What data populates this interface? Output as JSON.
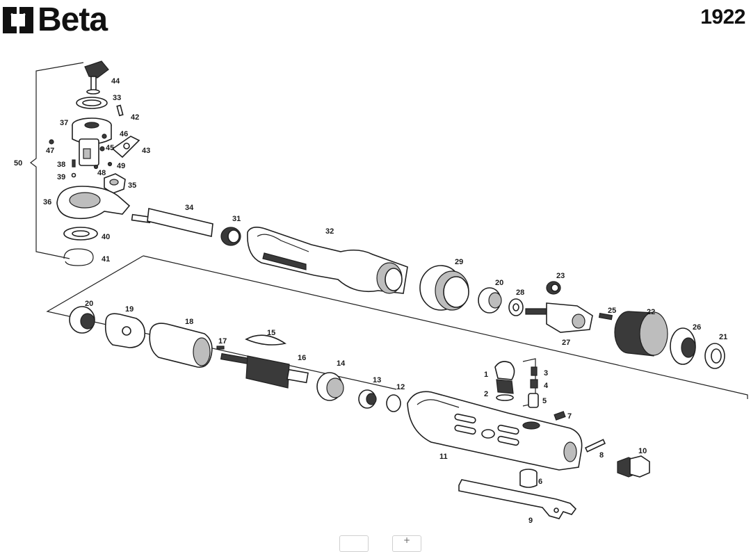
{
  "brand": {
    "name": "Beta"
  },
  "model": "1922",
  "labels": {
    "p1": "1",
    "p2": "2",
    "p3": "3",
    "p4": "4",
    "p5": "5",
    "p6": "6",
    "p7": "7",
    "p8": "8",
    "p9": "9",
    "p10": "10",
    "p11": "11",
    "p12": "12",
    "p13": "13",
    "p14": "14",
    "p15": "15",
    "p16": "16",
    "p17": "17",
    "p18": "18",
    "p19": "19",
    "p20a": "20",
    "p20b": "20",
    "p21": "21",
    "p22": "22",
    "p23": "23",
    "p25": "25",
    "p26": "26",
    "p27": "27",
    "p28": "28",
    "p29": "29",
    "p31": "31",
    "p32": "32",
    "p33": "33",
    "p34": "34",
    "p35": "35",
    "p36": "36",
    "p37": "37",
    "p38": "38",
    "p39": "39",
    "p40": "40",
    "p41": "41",
    "p42": "42",
    "p43": "43",
    "p44": "44",
    "p45": "45",
    "p46": "46",
    "p47": "47",
    "p48": "48",
    "p49": "49",
    "p50": "50"
  },
  "pager": {
    "prev": "",
    "next": "+"
  }
}
